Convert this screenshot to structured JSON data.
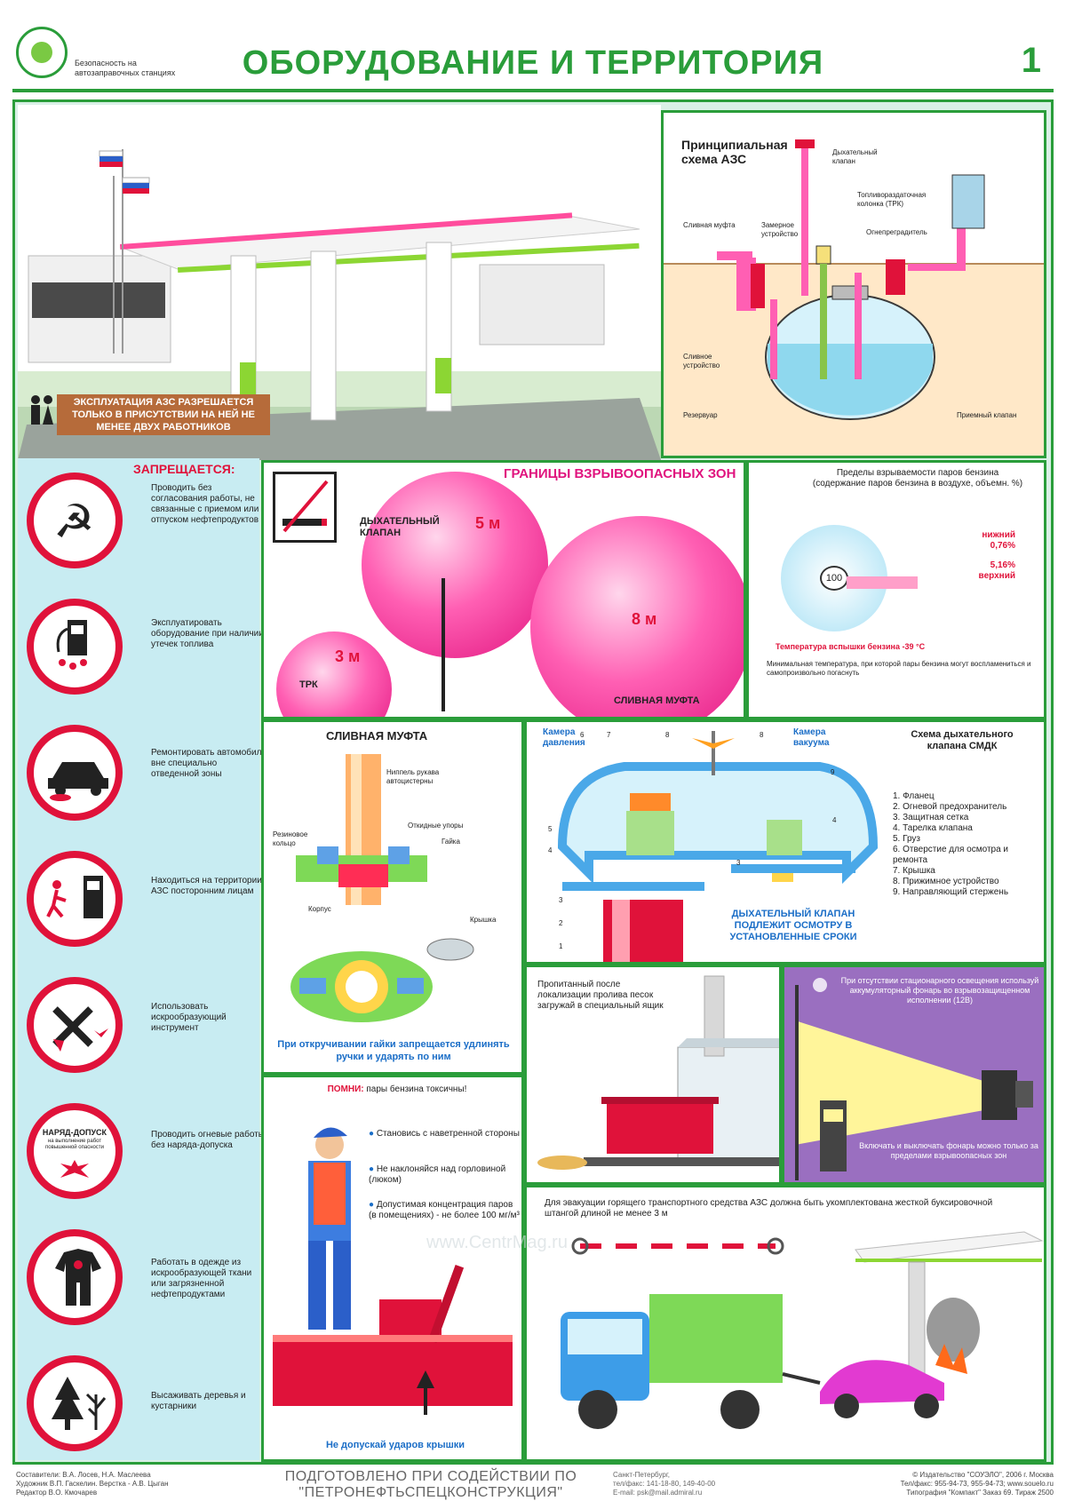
{
  "header": {
    "logo_caption": "Безопасность на автозаправочных станциях",
    "title": "ОБОРУДОВАНИЕ И ТЕРРИТОРИЯ",
    "page_number": "1"
  },
  "station": {
    "notice": "ЭКСПЛУАТАЦИЯ АЗС РАЗРЕШАЕТСЯ ТОЛЬКО В ПРИСУТСТВИИ НА НЕЙ НЕ МЕНЕЕ ДВУХ РАБОТНИКОВ"
  },
  "scheme": {
    "title": "Принципиальная схема АЗС",
    "labels": {
      "breathing_valve": "Дыхательный клапан",
      "dispenser": "Топливораздаточная колонка (ТРК)",
      "drain_coupling": "Сливная муфта",
      "measuring": "Замерное устройство",
      "flame_arrester": "Огнепреградитель",
      "drain_device": "Сливное устройство",
      "tank": "Резервуар",
      "intake_valve": "Приемный клапан"
    }
  },
  "forbidden": {
    "heading": "ЗАПРЕЩАЕТСЯ:",
    "items": [
      "Проводить без согласования работы, не связанные с приемом или отпуском нефтепродуктов",
      "Эксплуатировать оборудование при наличии утечек топлива",
      "Ремонтировать автомобили вне специально отведенной зоны",
      "Находиться на территории АЗС посторонним лицам",
      "Использовать искрообразующий инструмент",
      "Проводить огневые работы без наряда-допуска",
      "Работать в одежде из искрообразующей ткани или загрязненной нефтепродуктами",
      "Высаживать деревья и кустарники"
    ],
    "permit_label": "НАРЯД-ДОПУСК",
    "permit_sub": "на выполнение работ повышенной опасности"
  },
  "zones": {
    "title": "ГРАНИЦЫ ВЗРЫВООПАСНЫХ ЗОН",
    "breathing_valve": "ДЫХАТЕЛЬНЫЙ КЛАПАН",
    "r5": "5 м",
    "r3": "3 м",
    "r8": "8 м",
    "trk": "ТРК",
    "drain": "СЛИВНАЯ МУФТА",
    "limits_title": "Пределы взрываемости паров бензина (содержание паров бензина в воздухе, объемн. %)",
    "lower": "нижний 0,76%",
    "upper": "5,16% верхний",
    "gauge": "100",
    "flash_temp": "Температура вспышки бензина -39 °С",
    "min_temp_note": "Минимальная температура, при которой пары бензина могут воспламениться и самопроизвольно погаснуть"
  },
  "coupling": {
    "title": "СЛИВНАЯ МУФТА",
    "labels": {
      "nipple": "Ниппель рукава автоцистерны",
      "rubber_ring": "Резиновое кольцо",
      "stops": "Откидные упоры",
      "nut": "Гайка",
      "body": "Корпус",
      "cap": "Крышка"
    },
    "warning": "При откручивании гайки запрещается удлинять ручки и ударять по ним"
  },
  "valve": {
    "title": "Схема дыхательного клапана СМДК",
    "pressure_chamber": "Камера давления",
    "vacuum_chamber": "Камера вакуума",
    "parts": [
      "1. Фланец",
      "2. Огневой предохранитель",
      "3. Защитная сетка",
      "4. Тарелка клапана",
      "5. Груз",
      "6. Отверстие для осмотра и ремонта",
      "7. Крышка",
      "8. Прижимное устройство",
      "9. Направляющий стержень"
    ],
    "numbers": [
      "1",
      "2",
      "3",
      "3",
      "4",
      "4",
      "5",
      "6",
      "7",
      "8",
      "8",
      "9"
    ],
    "inspection": "ДЫХАТЕЛЬНЫЙ КЛАПАН ПОДЛЕЖИТ ОСМОТРУ В УСТАНОВЛЕННЫЕ СРОКИ"
  },
  "sand": {
    "text": "Пропитанный после локализации пролива песок загружай в специальный ящик"
  },
  "lamp": {
    "text_top": "При отсутствии стационарного освещения используй аккумуляторный фонарь во взрывозащищенном исполнении (12В)",
    "text_bottom": "Включать и выключать фонарь можно только за пределами взрывоопасных зон"
  },
  "toxic": {
    "remember": "ПОМНИ:",
    "heading_rest": " пары бензина токсичны!",
    "tips": [
      "Становись с наветренной стороны",
      "Не наклоняйся над горловиной (люком)",
      "Допустимая концентрация паров (в помещениях) - не более 100 мг/м³"
    ],
    "footer": "Не допускай ударов крышки"
  },
  "tow": {
    "text": "Для эвакуации горящего транспортного средства АЗС должна быть укомплектована жесткой буксировочной штангой длиной не менее 3 м"
  },
  "watermark": "www.CentrMag.ru",
  "footer": {
    "authors": "Составители: В.А. Лосев, Н.А. Маслеева\nХудожник В.П. Гаскелин. Верстка - А.В. Цыган\nРедактор В.О. Кмочарев",
    "center": "ПОДГОТОВЛЕНО ПРИ СОДЕЙСТВИИ ПО \"ПЕТРОНЕФТЬСПЕЦКОНСТРУКЦИЯ\"",
    "contacts": "Санкт-Петербург,\nтел/факс: 141-18-80, 149-40-00\nE-mail: psk@mail.admiral.ru",
    "publisher": "© Издательство \"СОУЭЛО\", 2006 г. Москва\nТел/факс: 955-94-73, 955-94-73; www.souelo.ru\nТипография \"Компакт\" Заказ 69. Тираж 2500"
  },
  "colors": {
    "frame": "#2a9d3a",
    "forbid": "#e0123a",
    "pink": "#ff5fb3",
    "bluegreen": "#c8ecf2"
  }
}
